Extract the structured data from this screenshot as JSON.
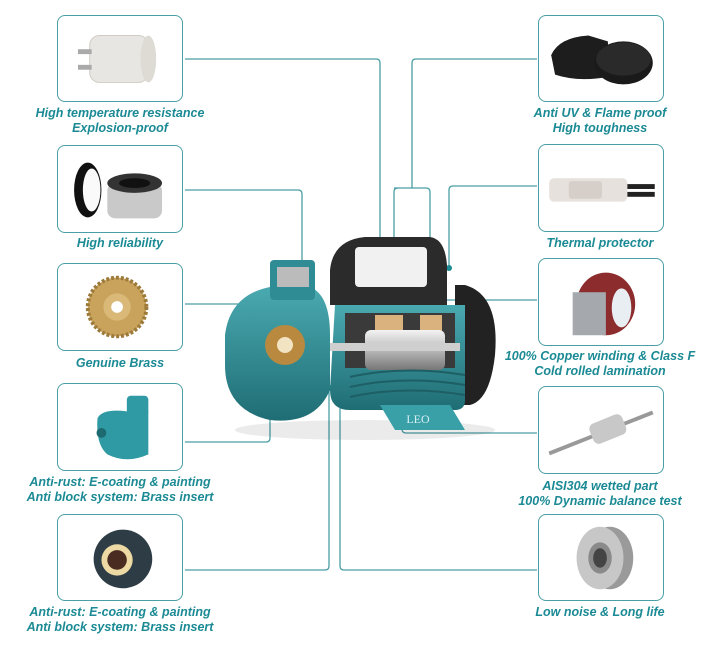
{
  "colors": {
    "accent": "#1b8a94",
    "card_border": "#4a9ea5",
    "pump_body": "#2f8c94",
    "motor_cover": "#2b2b2b"
  },
  "left_features": [
    {
      "id": "capacitor",
      "icon": "capacitor-icon",
      "line1": "High temperature resistance",
      "line2": "Explosion-proof"
    },
    {
      "id": "mechanical-seal",
      "icon": "mechanical-seal-icon",
      "line1": "High reliability",
      "line2": ""
    },
    {
      "id": "impeller",
      "icon": "brass-impeller-icon",
      "line1": "Genuine Brass",
      "line2": ""
    },
    {
      "id": "pump-body",
      "icon": "pump-body-icon",
      "line1": "Anti-rust: E-coating & painting",
      "line2": "Anti block system: Brass insert"
    },
    {
      "id": "pump-cover",
      "icon": "pump-cover-icon",
      "line1": "Anti-rust: E-coating & painting",
      "line2": "Anti block system: Brass insert"
    }
  ],
  "right_features": [
    {
      "id": "terminal-box",
      "icon": "terminal-box-icon",
      "line1": "Anti UV & Flame proof",
      "line2": "High toughness"
    },
    {
      "id": "thermal-protector",
      "icon": "thermal-protector-icon",
      "line1": "Thermal protector",
      "line2": ""
    },
    {
      "id": "stator",
      "icon": "stator-winding-icon",
      "line1": "100% Copper winding & Class F",
      "line2": "Cold rolled lamination"
    },
    {
      "id": "rotor-shaft",
      "icon": "rotor-shaft-icon",
      "line1": "AISI304 wetted part",
      "line2": "100% Dynamic balance test"
    },
    {
      "id": "bearing",
      "icon": "ball-bearing-icon",
      "line1": "Low noise & Long life",
      "line2": ""
    }
  ],
  "center": {
    "image": "pump-cutaway-icon",
    "brand_label": "LEO"
  }
}
